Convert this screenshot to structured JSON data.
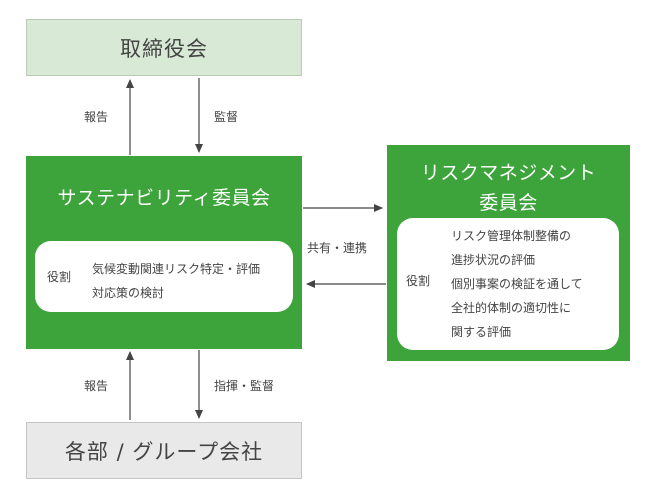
{
  "nodes": {
    "board": {
      "label": "取締役会"
    },
    "sustainability_committee": {
      "title": "サステナビリティ委員会",
      "role_label": "役割",
      "role_lines": [
        "気候変動関連リスク特定・評価",
        "対応策の検討"
      ]
    },
    "risk_committee": {
      "title_lines": [
        "リスクマネジメント",
        "委員会"
      ],
      "role_label": "役割",
      "role_lines": [
        "リスク管理体制整備の",
        "進捗状況の評価",
        "個別事案の検証を通して",
        "全社的体制の適切性に",
        "関する評価"
      ]
    },
    "departments": {
      "label": "各部 / グループ会社"
    }
  },
  "connections": {
    "report_up_to_board": "報告",
    "oversight_from_board": "監督",
    "report_up_from_depts": "報告",
    "direction_oversight": "指揮・監督",
    "share_collaborate": "共有・連携"
  },
  "colors": {
    "committee_green": "#3da33b",
    "board_fill": "#d8ead6",
    "departments_fill": "#e9e9e9",
    "arrow": "#444444",
    "text": "#444444"
  }
}
